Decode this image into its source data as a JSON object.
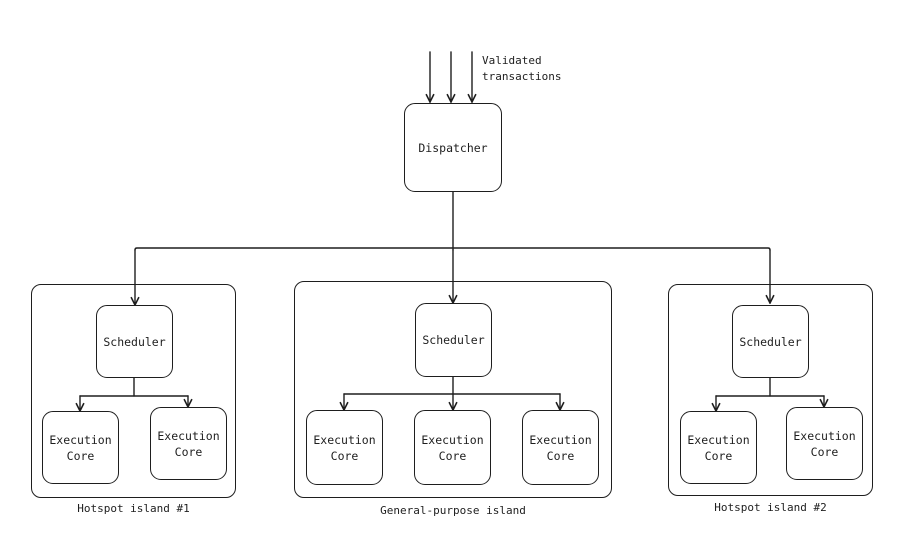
{
  "input": {
    "label": "Validated\ntransactions"
  },
  "dispatcher": {
    "label": "Dispatcher"
  },
  "islands": [
    {
      "label": "Hotspot island #1",
      "scheduler": "Scheduler",
      "cores": [
        "Execution\nCore",
        "Execution\nCore"
      ]
    },
    {
      "label": "General-purpose island",
      "scheduler": "Scheduler",
      "cores": [
        "Execution\nCore",
        "Execution\nCore",
        "Execution\nCore"
      ]
    },
    {
      "label": "Hotspot island #2",
      "scheduler": "Scheduler",
      "cores": [
        "Execution\nCore",
        "Execution\nCore"
      ]
    }
  ]
}
